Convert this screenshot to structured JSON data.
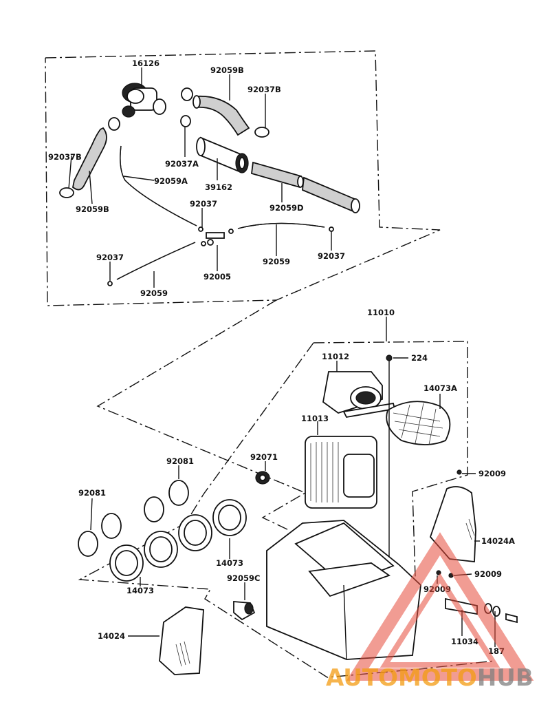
{
  "labels": {
    "p16126": "16126",
    "p92059B_top": "92059B",
    "p92037B_top": "92037B",
    "p92037B_left": "92037B",
    "p92037A": "92037A",
    "p92059B_left": "92059B",
    "p92059A": "92059A",
    "p39162": "39162",
    "p92059D": "92059D",
    "p92037_mid": "92037",
    "p92037_left": "92037",
    "p92037_right": "92037",
    "p92059_right": "92059",
    "p92005": "92005",
    "p92059_left": "92059",
    "p11010": "11010",
    "p11012": "11012",
    "p224": "224",
    "p14073A": "14073A",
    "p11013": "11013",
    "p92071": "92071",
    "p92081_top": "92081",
    "p92081_left": "92081",
    "p92009_top": "92009",
    "p14024A": "14024A",
    "p92009_right": "92009",
    "p92009_bottom": "92009",
    "p14073_mid": "14073",
    "p14073_left": "14073",
    "p92059C": "92059C",
    "p11034": "11034",
    "p14024": "14024",
    "p187": "187"
  },
  "watermark": {
    "part1": "AUTOMOTO",
    "part2": "HUB",
    "color_red": "#e74c3c",
    "color_orange": "#f39c12",
    "color_gray": "#7f7f7f"
  }
}
